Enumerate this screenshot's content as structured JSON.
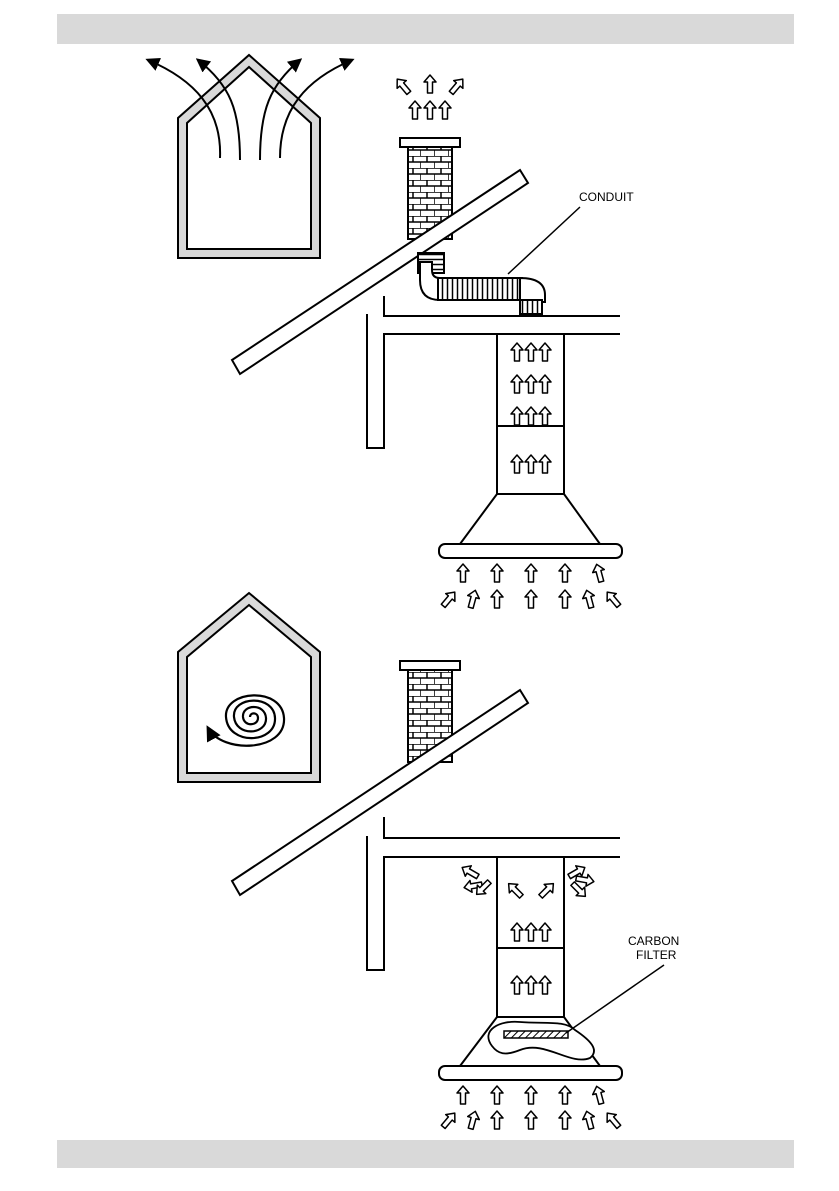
{
  "labels": {
    "conduit": "CONDUIT",
    "carbon_filter_line1": "CARBON",
    "carbon_filter_line2": "FILTER"
  },
  "colors": {
    "band": "#d9d9d9",
    "line": "#000000",
    "house_inner": "#ffffff",
    "house_outer": "#d9d9d9"
  },
  "icons": [
    "house-icon",
    "air-outflow-arrows-icon",
    "recirculation-spiral-icon",
    "chimney-icon",
    "roof-icon",
    "conduit-icon",
    "range-hood-icon",
    "carbon-filter-icon"
  ]
}
